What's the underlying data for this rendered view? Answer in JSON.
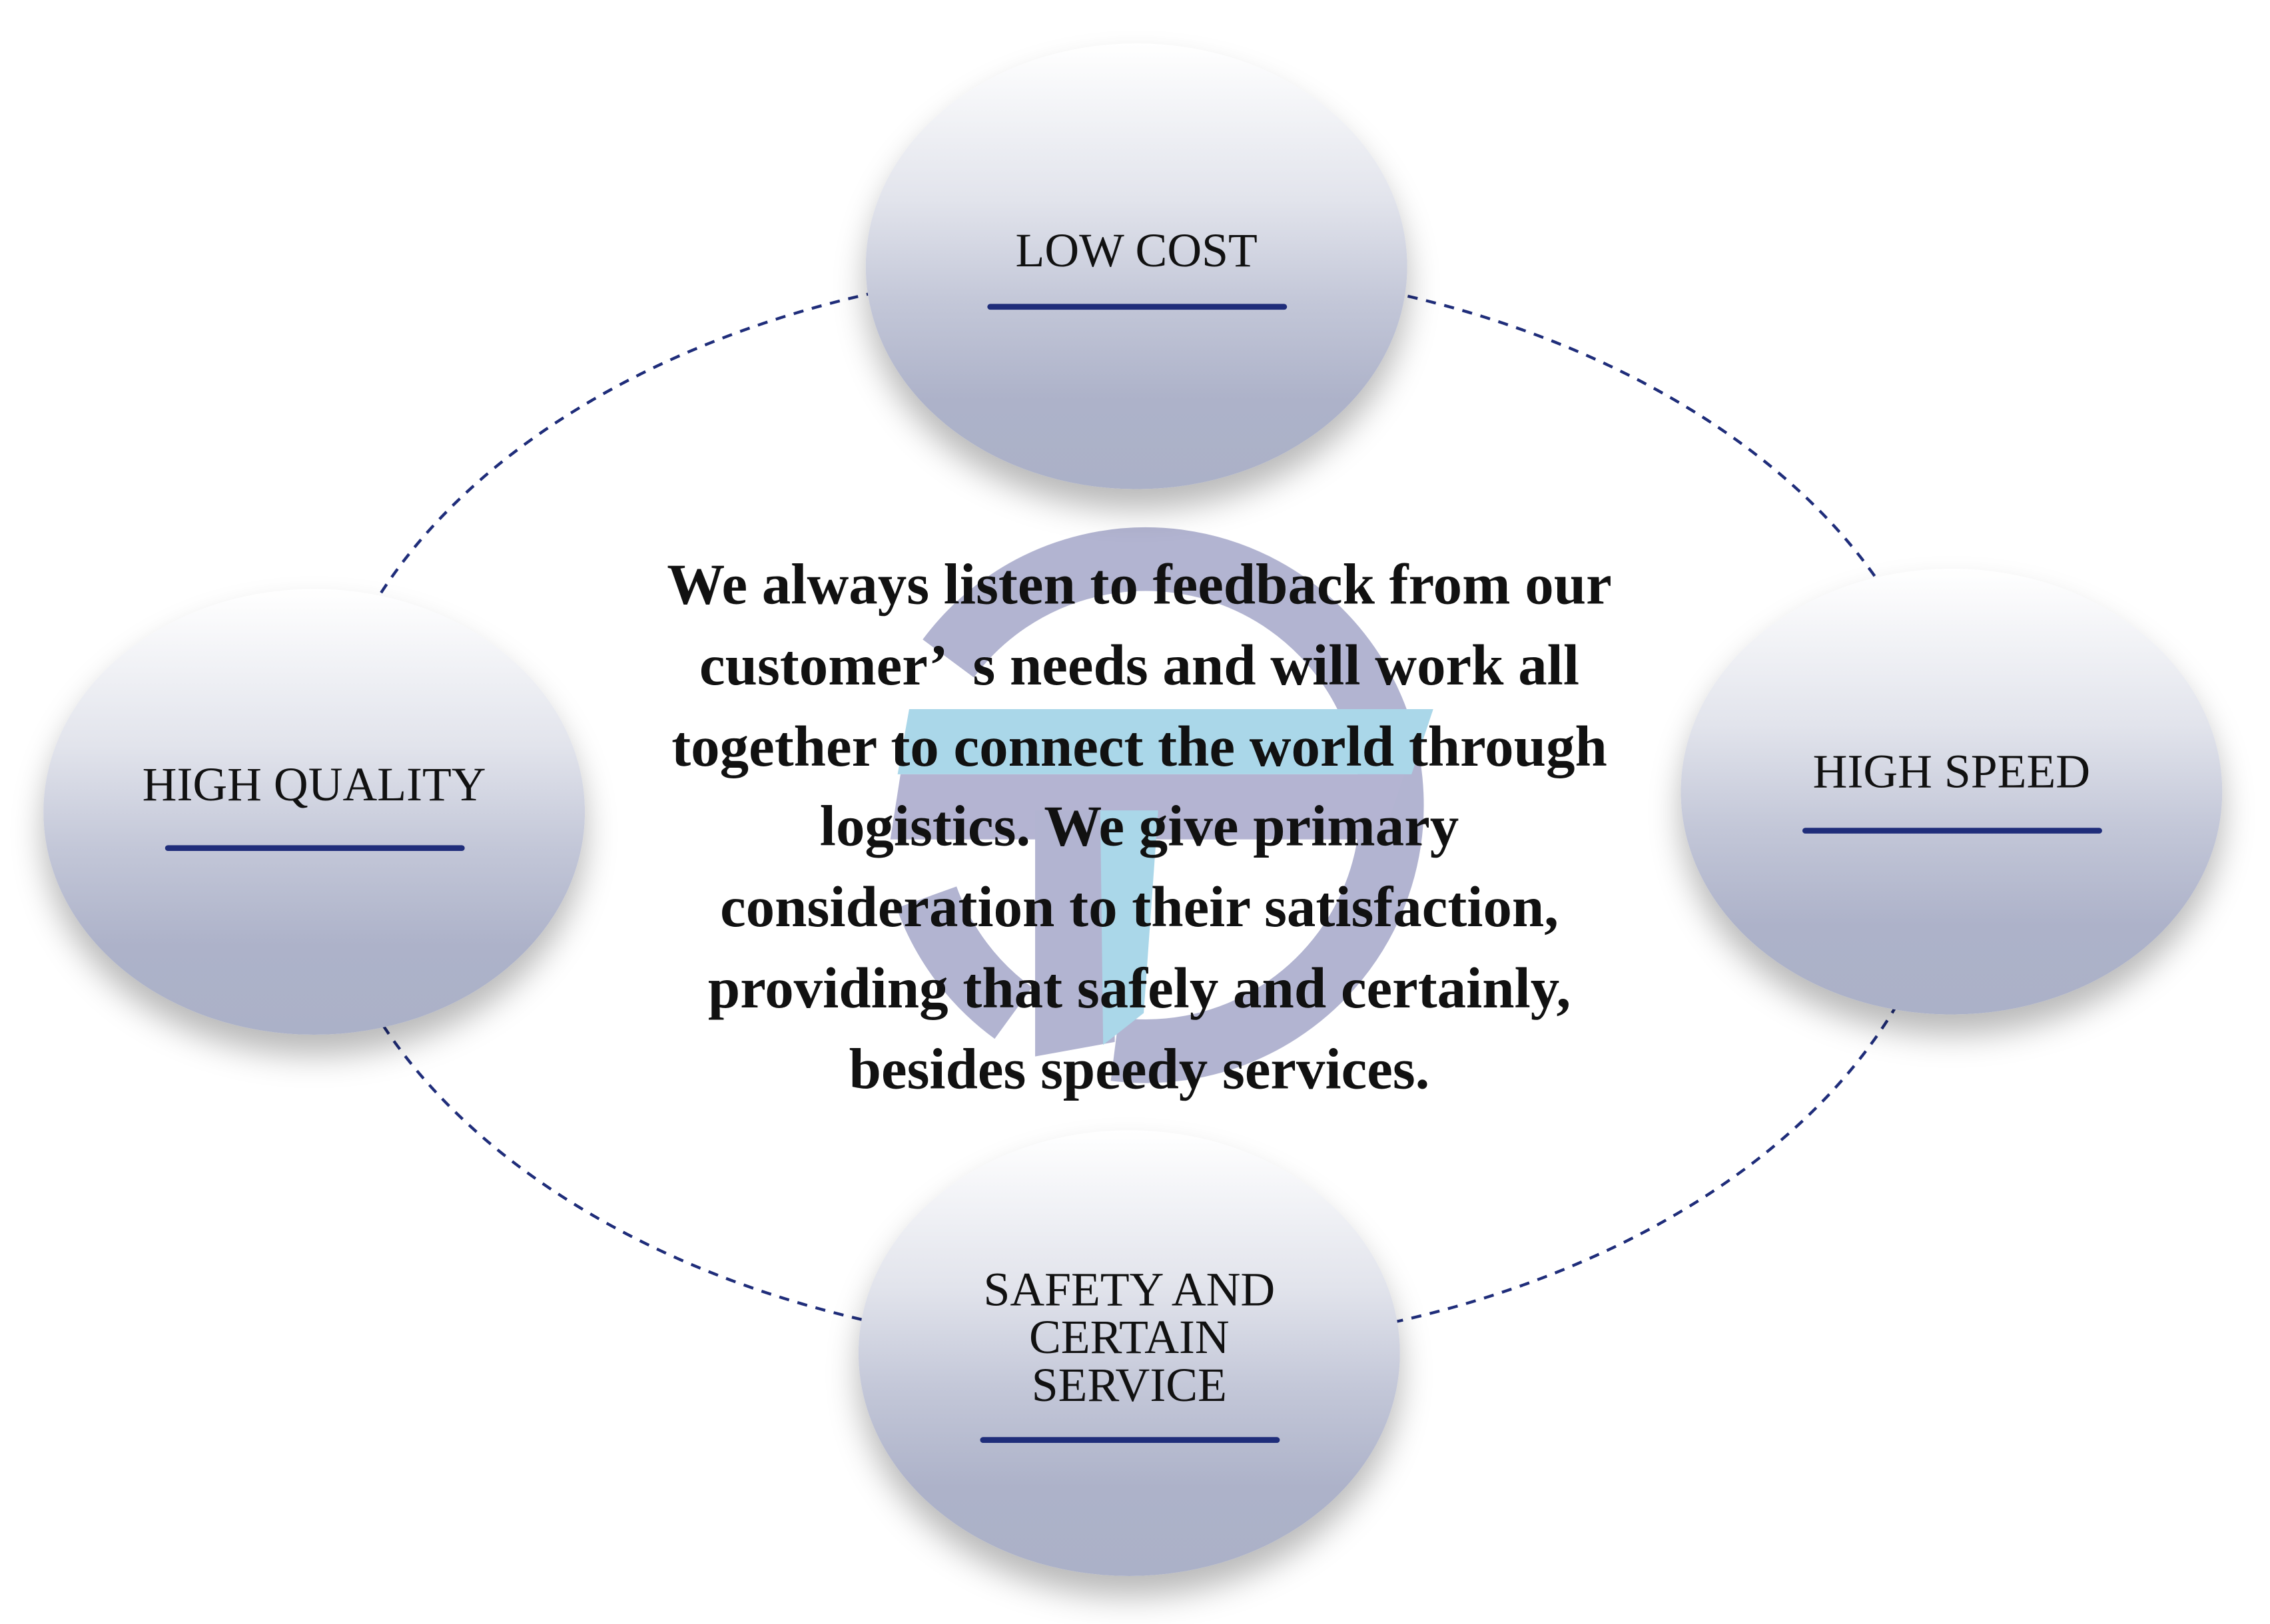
{
  "nodes": [
    {
      "id": "low-cost",
      "label": "LOW COST"
    },
    {
      "id": "high-quality",
      "label": "HIGH QUALITY"
    },
    {
      "id": "high-speed",
      "label": "HIGH SPEED"
    },
    {
      "id": "safety",
      "label_lines": [
        "SAFETY AND",
        "CERTAIN",
        "SERVICE"
      ]
    }
  ],
  "center_text_lines": [
    "We always listen to feedback from our",
    "customer’  s needs and will work all",
    "together to connect the world through",
    "logistics. We give primary",
    "consideration to their satisfaction,",
    "providing that safely and certainly,",
    "besides speedy services."
  ],
  "colors": {
    "accent": "#1f2d7a",
    "logo_ring": "#a9abcb",
    "logo_bar": "#a6d5e8",
    "node_bottom": "#abb1c8"
  }
}
